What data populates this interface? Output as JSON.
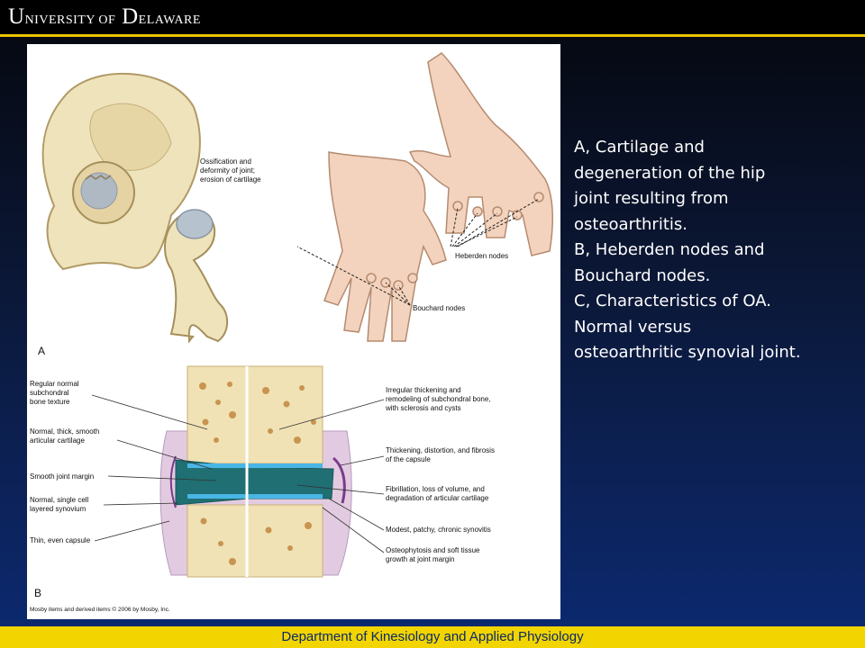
{
  "header": {
    "logo_text": "UNIVERSITY OF DELAWARE"
  },
  "figure": {
    "panel_a_label": "A",
    "panel_b_label": "B",
    "hip_label_lines": [
      "Ossification and",
      "deformity of joint;",
      "erosion of cartilage"
    ],
    "heberden_label": "Heberden nodes",
    "bouchard_label": "Bouchard nodes",
    "left_labels": [
      [
        "Regular normal",
        "subchondral",
        "bone texture"
      ],
      [
        "Normal, thick, smooth",
        "articular cartilage"
      ],
      [
        "Smooth joint margin"
      ],
      [
        "Normal, single cell",
        "layered synovium"
      ],
      [
        "Thin, even capsule"
      ]
    ],
    "right_labels": [
      [
        "Irregular thickening and",
        "remodeling of subchondral bone,",
        "with sclerosis and cysts"
      ],
      [
        "Thickening, distortion, and fibrosis",
        "of the capsule"
      ],
      [
        "Fibrillation, loss of volume, and",
        "degradation of articular cartilage"
      ],
      [
        "Modest, patchy, chronic synovitis"
      ],
      [
        "Osteophytosis and soft tissue",
        "growth at joint margin"
      ]
    ],
    "copyright": "Mosby items and derived items © 2006 by Mosby, Inc."
  },
  "caption_lines": [
    "A, Cartilage and",
    "degeneration of the hip",
    "joint resulting from",
    "osteoarthritis.",
    "B, Heberden nodes and",
    "Bouchard nodes.",
    "C, Characteristics of OA.",
    "Normal versus",
    "osteoarthritic synovial joint."
  ],
  "footer": {
    "text": "Department of Kinesiology and Applied Physiology"
  },
  "colors": {
    "header_bg": "#000000",
    "accent_gold": "#e8c500",
    "slide_bg": "#0c2a72",
    "footer_bg": "#f2d400",
    "footer_text": "#0b2a6b"
  }
}
